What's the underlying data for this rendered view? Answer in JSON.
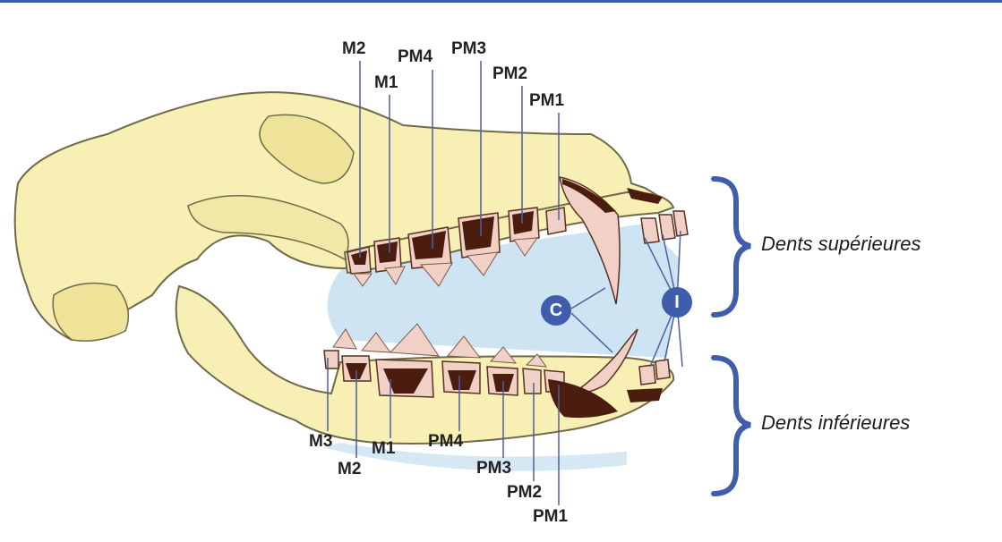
{
  "upper_teeth_labels": {
    "m2": "M2",
    "m1": "M1",
    "pm4": "PM4",
    "pm3": "PM3",
    "pm2": "PM2",
    "pm1": "PM1"
  },
  "lower_teeth_labels": {
    "m3": "M3",
    "m2": "M2",
    "m1": "M1",
    "pm4": "PM4",
    "pm3": "PM3",
    "pm2": "PM2",
    "pm1": "PM1"
  },
  "markers": {
    "canine": "C",
    "incisors": "I"
  },
  "groups": {
    "upper": "Dents supérieures",
    "lower": "Dents inférieures"
  },
  "colors": {
    "bone": "#f7efb4",
    "bone_outline": "#6e6a4a",
    "mouth": "#cfe4f3",
    "tooth": "#f1d1c6",
    "tooth_dark": "#4a1d0f",
    "accent_blue": "#3f5dab",
    "leader_lines": "#4d5f9e"
  }
}
